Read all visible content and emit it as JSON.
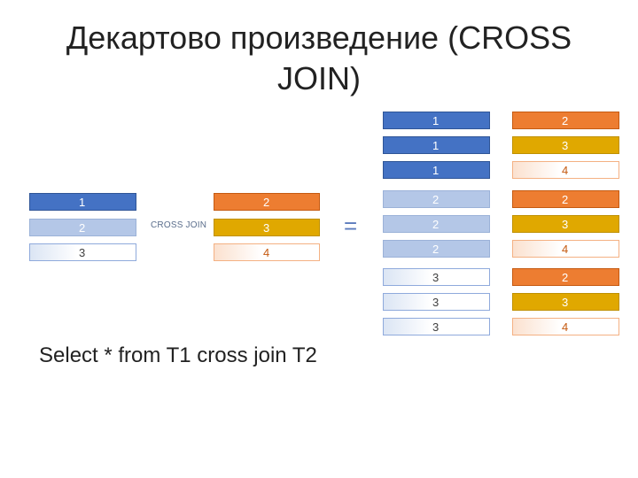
{
  "title": "Декартово произведение (CROSS JOIN)",
  "operator_label": "CROSS JOIN",
  "equals": "=",
  "query": "Select * from T1 cross join T2",
  "colors": {
    "t1_dark": "#4472c4",
    "t1_light": "#b4c7e7",
    "t2_orange": "#ed7d31",
    "t2_gold": "#e0a800"
  },
  "t1": [
    "1",
    "2",
    "3"
  ],
  "t2": [
    "2",
    "3",
    "4"
  ],
  "result": [
    [
      "1",
      "2"
    ],
    [
      "1",
      "3"
    ],
    [
      "1",
      "4"
    ],
    [
      "2",
      "2"
    ],
    [
      "2",
      "3"
    ],
    [
      "2",
      "4"
    ],
    [
      "3",
      "2"
    ],
    [
      "3",
      "3"
    ],
    [
      "3",
      "4"
    ]
  ]
}
